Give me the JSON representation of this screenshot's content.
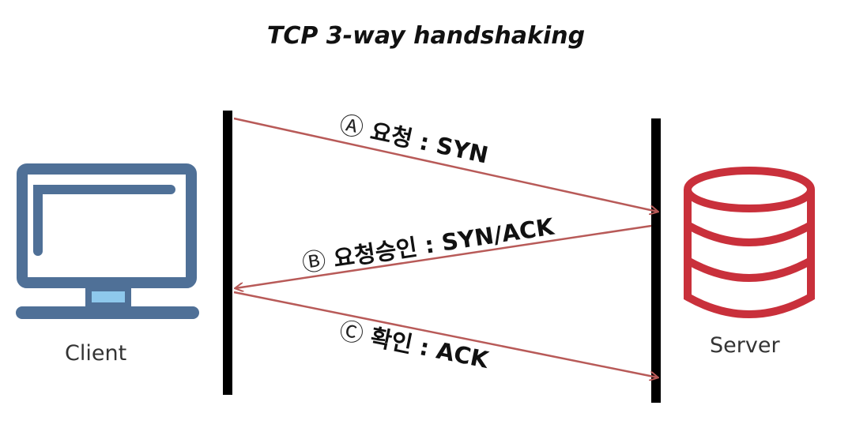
{
  "title": "TCP 3-way handshaking",
  "client": {
    "label": "Client",
    "icon": "computer-monitor-icon"
  },
  "server": {
    "label": "Server",
    "icon": "database-server-icon"
  },
  "steps": [
    {
      "marker": "Ⓐ",
      "text": "요청 : SYN",
      "direction": "client-to-server"
    },
    {
      "marker": "Ⓑ",
      "text": "요청승인 : SYN/ACK",
      "direction": "server-to-client"
    },
    {
      "marker": "Ⓒ",
      "text": "확인 : ACK",
      "direction": "client-to-server"
    }
  ],
  "colors": {
    "arrow": "#b85a58",
    "monitor": "#4f7097",
    "monitor_stand": "#8ec8ec",
    "server": "#c9303b",
    "lifeline": "#000000"
  }
}
